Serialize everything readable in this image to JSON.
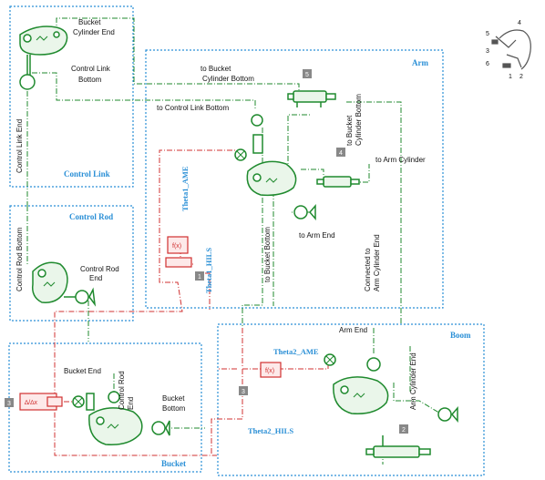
{
  "colors": {
    "box_border": "#2a8fd6",
    "component": "#1f8a2e",
    "signal": "#d03030",
    "link": "#1f8a2e"
  },
  "blocks": {
    "control_link": {
      "title": "Control Link",
      "labels": {
        "bucket_cyl_end": [
          "Bucket",
          "Cylinder End"
        ],
        "control_link_bottom": [
          "Control Link",
          "Bottom"
        ],
        "control_link_end": "Control Link End"
      }
    },
    "control_rod": {
      "title": "Control Rod",
      "labels": {
        "control_rod_bottom": "Control Rod Bottom",
        "control_rod_end": [
          "Control Rod",
          "End"
        ]
      }
    },
    "arm": {
      "title": "Arm",
      "labels": {
        "to_bucket_cyl_bottom": [
          "to Bucket",
          "Cylinder Bottom"
        ],
        "to_control_link_bottom": "to Control Link Bottom",
        "to_bucket_cyl_bottom_v": [
          "to Bucket",
          "Cylinder Bottom"
        ],
        "to_arm_cylinder": "to Arm Cylinder",
        "to_arm_end": "to Arm End",
        "to_bucket_bottom": "to Bucket Bottom",
        "connected_to": [
          "Connected to",
          "Arm Cylinder End"
        ],
        "theta1_ame": "Theta1_AME",
        "theta1_hils": "Theta1_HILS",
        "marker_5": "5",
        "marker_4": "4",
        "marker_1": "1"
      }
    },
    "bucket": {
      "title": "Bucket",
      "labels": {
        "bucket_end": "Bucket End",
        "control_rod_end": [
          "Control Rod",
          "End"
        ],
        "bucket_bottom": [
          "Bucket",
          "Bottom"
        ],
        "marker_3": "3"
      }
    },
    "boom": {
      "title": "Boom",
      "labels": {
        "arm_end": "Arm End",
        "theta2_ame": "Theta2_AME",
        "theta2_hils": "Theta2_HILS",
        "arm_cylinder_end": "Arm Cylinder End",
        "marker_2": "2",
        "marker_in": "3"
      }
    }
  },
  "thumbnail": {
    "numbers": [
      "4",
      "5",
      "3",
      "6",
      "1",
      "2"
    ]
  }
}
